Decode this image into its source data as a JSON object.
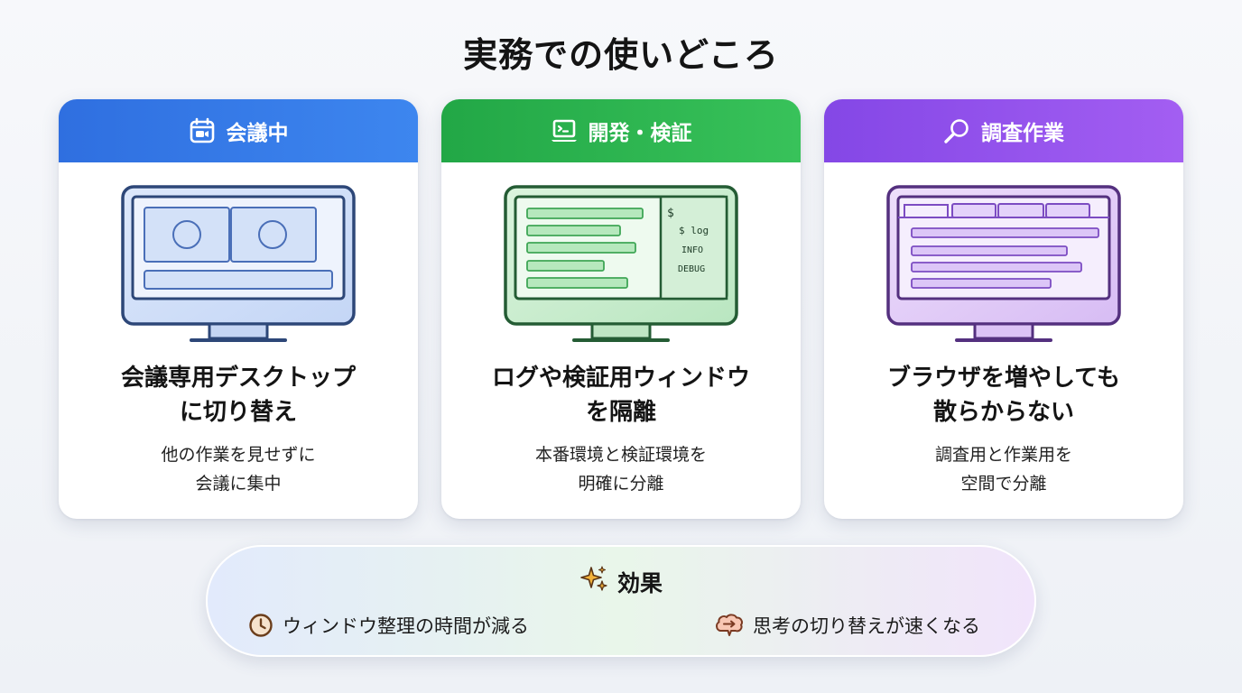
{
  "title": "実務での使いどころ",
  "cards": [
    {
      "header": "会議中",
      "header_icon": "calendar-video-icon",
      "accent": "#3578e8",
      "headline_line1": "会議専用デスクトップ",
      "headline_line2": "に切り替え",
      "desc_line1": "他の作業を見せずに",
      "desc_line2": "会議に集中"
    },
    {
      "header": "開発・検証",
      "header_icon": "terminal-laptop-icon",
      "accent": "#2db54f",
      "headline_line1": "ログや検証用ウィンドウ",
      "headline_line2": "を隔離",
      "desc_line1": "本番環境と検証環境を",
      "desc_line2": "明確に分離",
      "terminal": {
        "prompt": "$",
        "cmd": "$ log",
        "line1": "INFO",
        "line2": "DEBUG"
      }
    },
    {
      "header": "調査作業",
      "header_icon": "magnifier-icon",
      "accent": "#9554ec",
      "headline_line1": "ブラウザを増やしても",
      "headline_line2": "散らからない",
      "desc_line1": "調査用と作業用を",
      "desc_line2": "空間で分離"
    }
  ],
  "effect": {
    "icon": "sparkles-icon",
    "title": "効果",
    "items": [
      {
        "icon": "clock-icon",
        "label": "ウィンドウ整理の時間が減る"
      },
      {
        "icon": "brain-switch-icon",
        "label": "思考の切り替えが速くなる"
      }
    ]
  }
}
